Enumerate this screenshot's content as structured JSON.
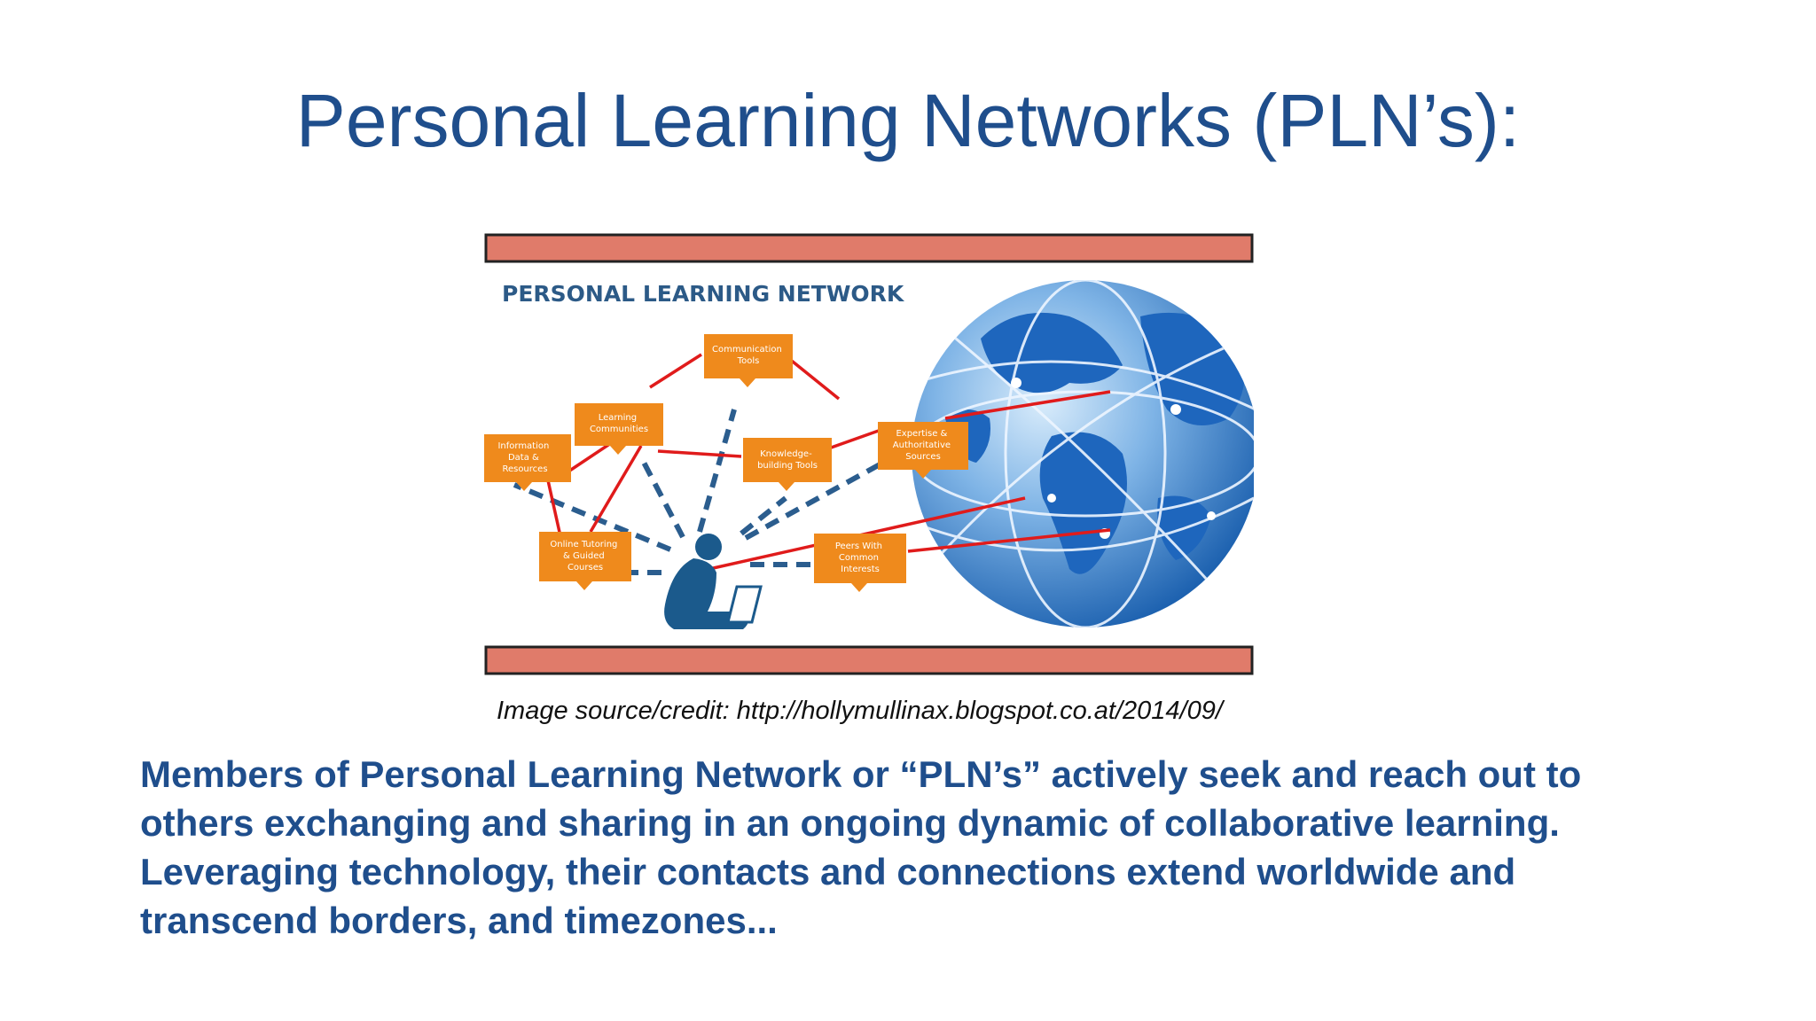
{
  "slide": {
    "title": "Personal Learning Networks (PLN’s):",
    "credit": "Image source/credit: http://hollymullinax.blogspot.co.at/2014/09/",
    "body_lines": [
      "Members of Personal Learning Network or “PLN’s” actively seek and reach out to",
      "others exchanging and sharing in an ongoing dynamic of collaborative learning.",
      "Leveraging technology, their contacts and connections extend worldwide and",
      "transcend borders, and timezones..."
    ]
  },
  "figure": {
    "heading": "PERSONAL LEARNING NETWORK",
    "nodes": [
      [
        "Communication",
        "Tools"
      ],
      [
        "Learning",
        "Communities"
      ],
      [
        "Information",
        "Data &",
        "Resources"
      ],
      [
        "Knowledge-",
        "building Tools"
      ],
      [
        "Expertise &",
        "Authoritative",
        "Sources"
      ],
      [
        "Online Tutoring",
        "& Guided",
        "Courses"
      ],
      [
        "Peers With",
        "Common",
        "Interests"
      ]
    ],
    "colors": {
      "frame": "#e07b6a",
      "node": "#ef8a1c",
      "link": "#e01b1b",
      "dash": "#2b5d8e",
      "title": "#1f4e8c",
      "globe": "#1f6fc4"
    }
  }
}
